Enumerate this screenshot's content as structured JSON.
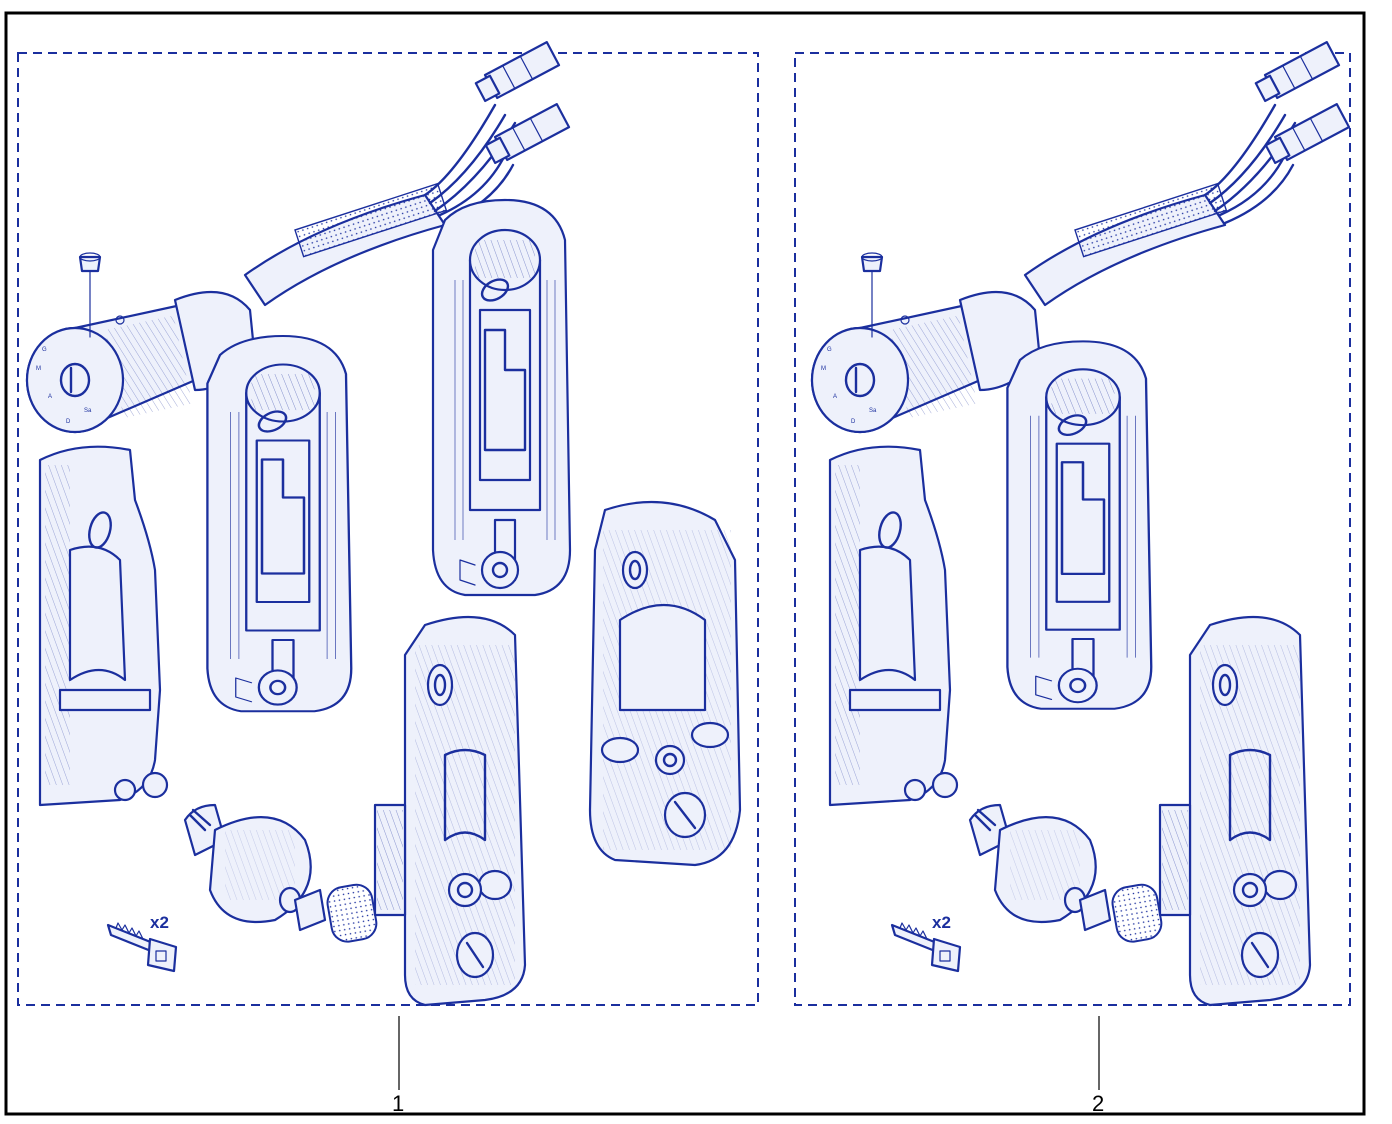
{
  "diagram": {
    "kits": [
      {
        "callout": "1",
        "quantity_label": "x2"
      },
      {
        "callout": "2",
        "quantity_label": "x2"
      }
    ],
    "switch_markings": [
      "G",
      "M",
      "A",
      "D",
      "Sa"
    ],
    "ink_color": "#1b2f9e",
    "frame_color": "#000000"
  }
}
